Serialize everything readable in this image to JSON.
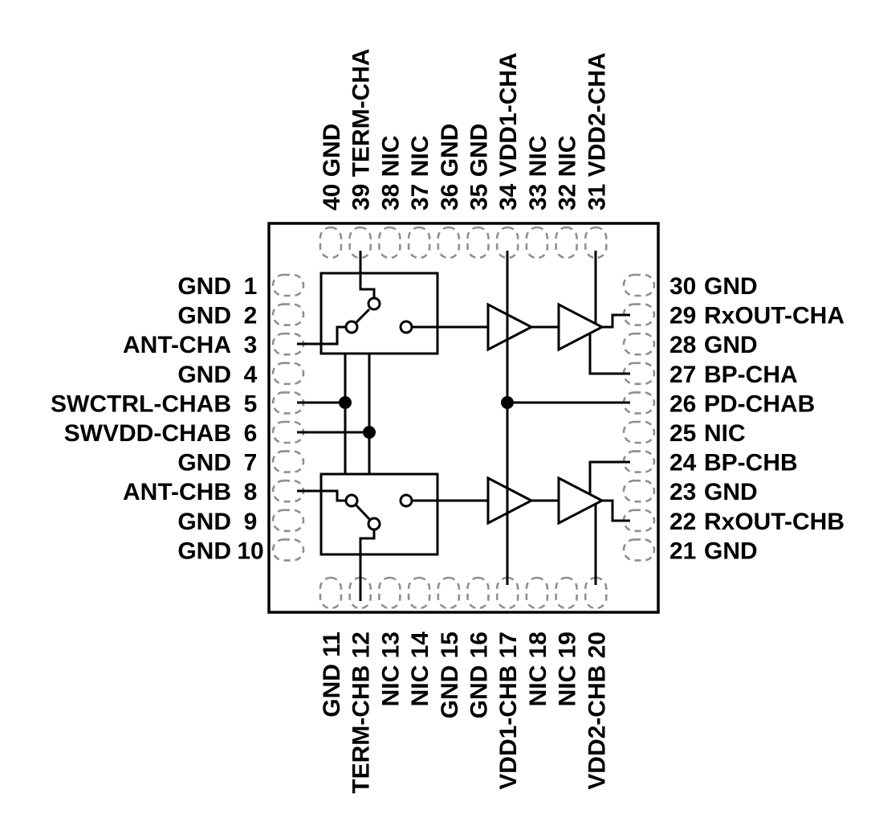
{
  "diagram": {
    "colors": {
      "line": "#000000",
      "pad": "#8f8f8f",
      "text": "#000000",
      "background": "#ffffff"
    },
    "pin_count": "40",
    "pins": {
      "top": [
        {
          "number": "40",
          "label": "GND"
        },
        {
          "number": "39",
          "label": "TERM-CHA"
        },
        {
          "number": "38",
          "label": "NIC"
        },
        {
          "number": "37",
          "label": "NIC"
        },
        {
          "number": "36",
          "label": "GND"
        },
        {
          "number": "35",
          "label": "GND"
        },
        {
          "number": "34",
          "label": "VDD1-CHA"
        },
        {
          "number": "33",
          "label": "NIC"
        },
        {
          "number": "32",
          "label": "NIC"
        },
        {
          "number": "31",
          "label": "VDD2-CHA"
        }
      ],
      "left": [
        {
          "number": "1",
          "label": "GND"
        },
        {
          "number": "2",
          "label": "GND"
        },
        {
          "number": "3",
          "label": "ANT-CHA"
        },
        {
          "number": "4",
          "label": "GND"
        },
        {
          "number": "5",
          "label": "SWCTRL-CHAB"
        },
        {
          "number": "6",
          "label": "SWVDD-CHAB"
        },
        {
          "number": "7",
          "label": "GND"
        },
        {
          "number": "8",
          "label": "ANT-CHB"
        },
        {
          "number": "9",
          "label": "GND"
        },
        {
          "number": "10",
          "label": "GND"
        }
      ],
      "right": [
        {
          "number": "30",
          "label": "GND"
        },
        {
          "number": "29",
          "label": "RxOUT-CHA"
        },
        {
          "number": "28",
          "label": "GND"
        },
        {
          "number": "27",
          "label": "BP-CHA"
        },
        {
          "number": "26",
          "label": "PD-CHAB"
        },
        {
          "number": "25",
          "label": "NIC"
        },
        {
          "number": "24",
          "label": "BP-CHB"
        },
        {
          "number": "23",
          "label": "GND"
        },
        {
          "number": "22",
          "label": "RxOUT-CHB"
        },
        {
          "number": "21",
          "label": "GND"
        }
      ],
      "bottom": [
        {
          "number": "11",
          "label": "GND"
        },
        {
          "number": "12",
          "label": "TERM-CHB"
        },
        {
          "number": "13",
          "label": "NIC"
        },
        {
          "number": "14",
          "label": "NIC"
        },
        {
          "number": "15",
          "label": "GND"
        },
        {
          "number": "16",
          "label": "GND"
        },
        {
          "number": "17",
          "label": "VDD1-CHB"
        },
        {
          "number": "18",
          "label": "NIC"
        },
        {
          "number": "19",
          "label": "NIC"
        },
        {
          "number": "20",
          "label": "VDD2-CHB"
        }
      ]
    }
  }
}
